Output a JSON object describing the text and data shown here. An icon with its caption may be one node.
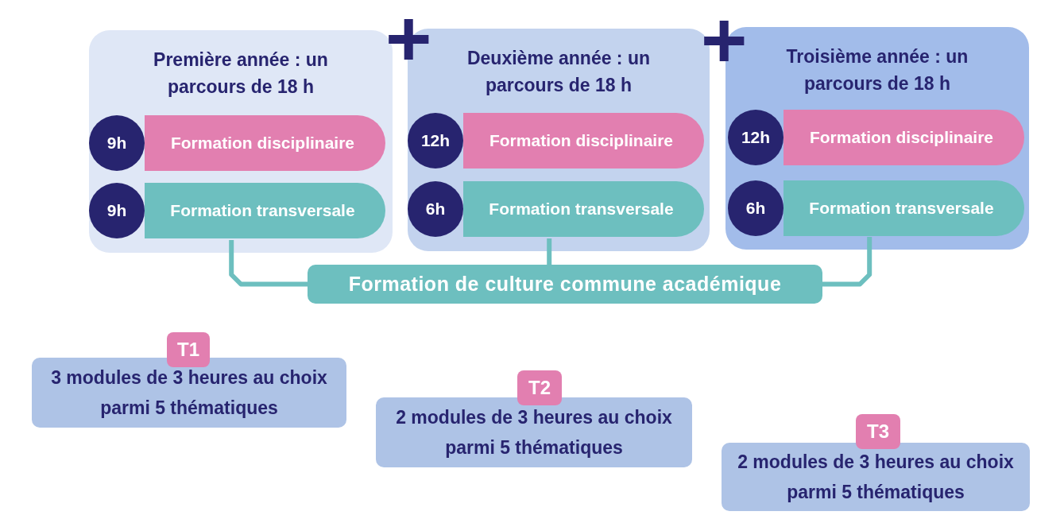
{
  "diagram": {
    "nodes": [
      {
        "text": [
          "Première année : un parcours de 18 h"
        ]
      },
      {
        "text": [
          "9h"
        ],
        "in": 0
      },
      {
        "text": [
          "Formation disciplinaire"
        ],
        "in": 0
      },
      {
        "text": [
          "9h"
        ],
        "in": 0
      },
      {
        "text": [
          "Formation transversale"
        ],
        "in": 0
      },
      {
        "text": [
          "Deuxième année : un parcours de 18 h"
        ]
      },
      {
        "text": [
          "12h"
        ],
        "in": 5
      },
      {
        "text": [
          "Formation disciplinaire"
        ],
        "in": 5
      },
      {
        "text": [
          "6h"
        ],
        "in": 5
      },
      {
        "text": [
          "Formation transversale"
        ],
        "in": 5
      },
      {
        "text": [
          "Troisième année : un parcours de 18 h"
        ]
      },
      {
        "text": [
          "12h"
        ],
        "in": 10
      },
      {
        "text": [
          "Formation disciplinaire"
        ],
        "in": 10
      },
      {
        "text": [
          "6h"
        ],
        "in": 10
      },
      {
        "text": [
          "Formation transversale"
        ],
        "in": 10
      },
      {
        "text": [
          "Formation de culture commune académique"
        ]
      },
      {
        "text": [
          "T1"
        ]
      },
      {
        "text": [
          "3 modules de 3 heures au choix parmi 5 thématiques"
        ]
      },
      {
        "text": [
          "T2"
        ]
      },
      {
        "text": [
          "2 modules de 3 heures au choix parmi 5 thématiques"
        ]
      },
      {
        "text": [
          "T3"
        ]
      },
      {
        "text": [
          "2 modules de 3 heures au choix parmi 5 thématiques"
        ]
      }
    ],
    "edges": [
      {
        "from": 4,
        "to": 15,
        "arrow": "none"
      },
      {
        "from": 9,
        "to": 15,
        "arrow": "none"
      },
      {
        "from": 14,
        "to": 15,
        "arrow": "none"
      }
    ],
    "labels": [
      "+",
      "+"
    ]
  }
}
